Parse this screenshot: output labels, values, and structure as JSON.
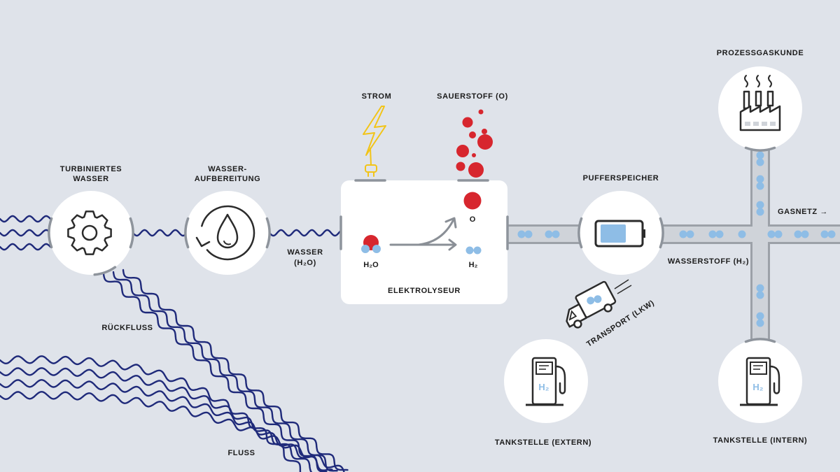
{
  "colors": {
    "background": "#dfe3ea",
    "water_line": "#1f2a7a",
    "oxygen": "#d7262e",
    "hydrogen": "#8ebde6",
    "power": "#f2c417",
    "connector": "#8e949c"
  },
  "labels": {
    "turbine_line1": "TURBINIERTES",
    "turbine_line2": "WASSER",
    "treatment_line1": "WASSER-",
    "treatment_line2": "AUFBEREITUNG",
    "water_line1": "WASSER",
    "water_line2": "(H₂O)",
    "power": "STROM",
    "oxygen": "SAUERSTOFF (O)",
    "electrolyzer": "ELEKTROLYSEUR",
    "h2o": "H₂O",
    "o": "O",
    "h2": "H₂",
    "buffer": "PUFFERSPEICHER",
    "process_customer": "PROZESSGASKUNDE",
    "gas_grid": "GASNETZ →",
    "hydrogen": "WASSERSTOFF (H₂)",
    "transport": "TRANSPORT (LKW)",
    "station_external": "TANKSTELLE (EXTERN)",
    "station_internal": "TANKSTELLE (INTERN)",
    "return_flow": "RÜCKFLUSS",
    "river": "FLUSS",
    "pump_h2": "H₂"
  },
  "icons": {
    "turbine": "gear-icon",
    "treatment": "water-cycle-icon",
    "power": "lightning-plug-icon",
    "buffer": "battery-icon",
    "process_customer": "factory-icon",
    "station": "fuel-pump-icon",
    "transport": "truck-icon"
  }
}
